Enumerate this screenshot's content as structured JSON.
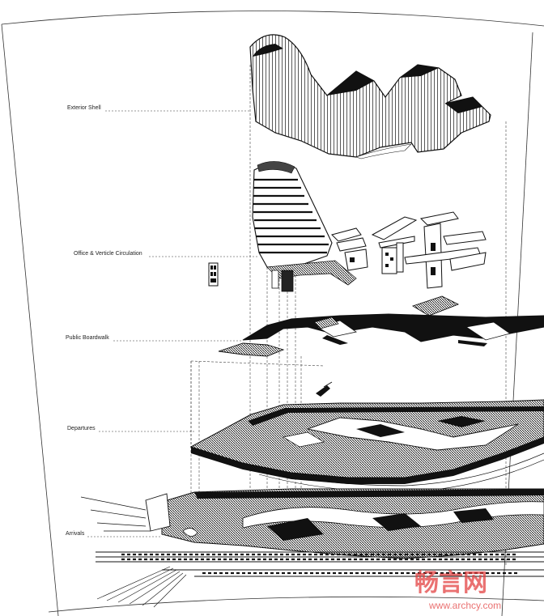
{
  "diagram": {
    "labels": {
      "exterior_shell": "Exterior Shell",
      "office_circulation": "Office & Verticle Circulation",
      "public_boardwalk": "Public Boardwalk",
      "departures": "Departures",
      "arrivals": "Arrivals"
    },
    "colors": {
      "ink": "#111111",
      "paper": "#ffffff",
      "watermark": "#e23b3b"
    }
  },
  "watermark": {
    "site_name": "畅言网",
    "url": "www.archcy.com"
  }
}
